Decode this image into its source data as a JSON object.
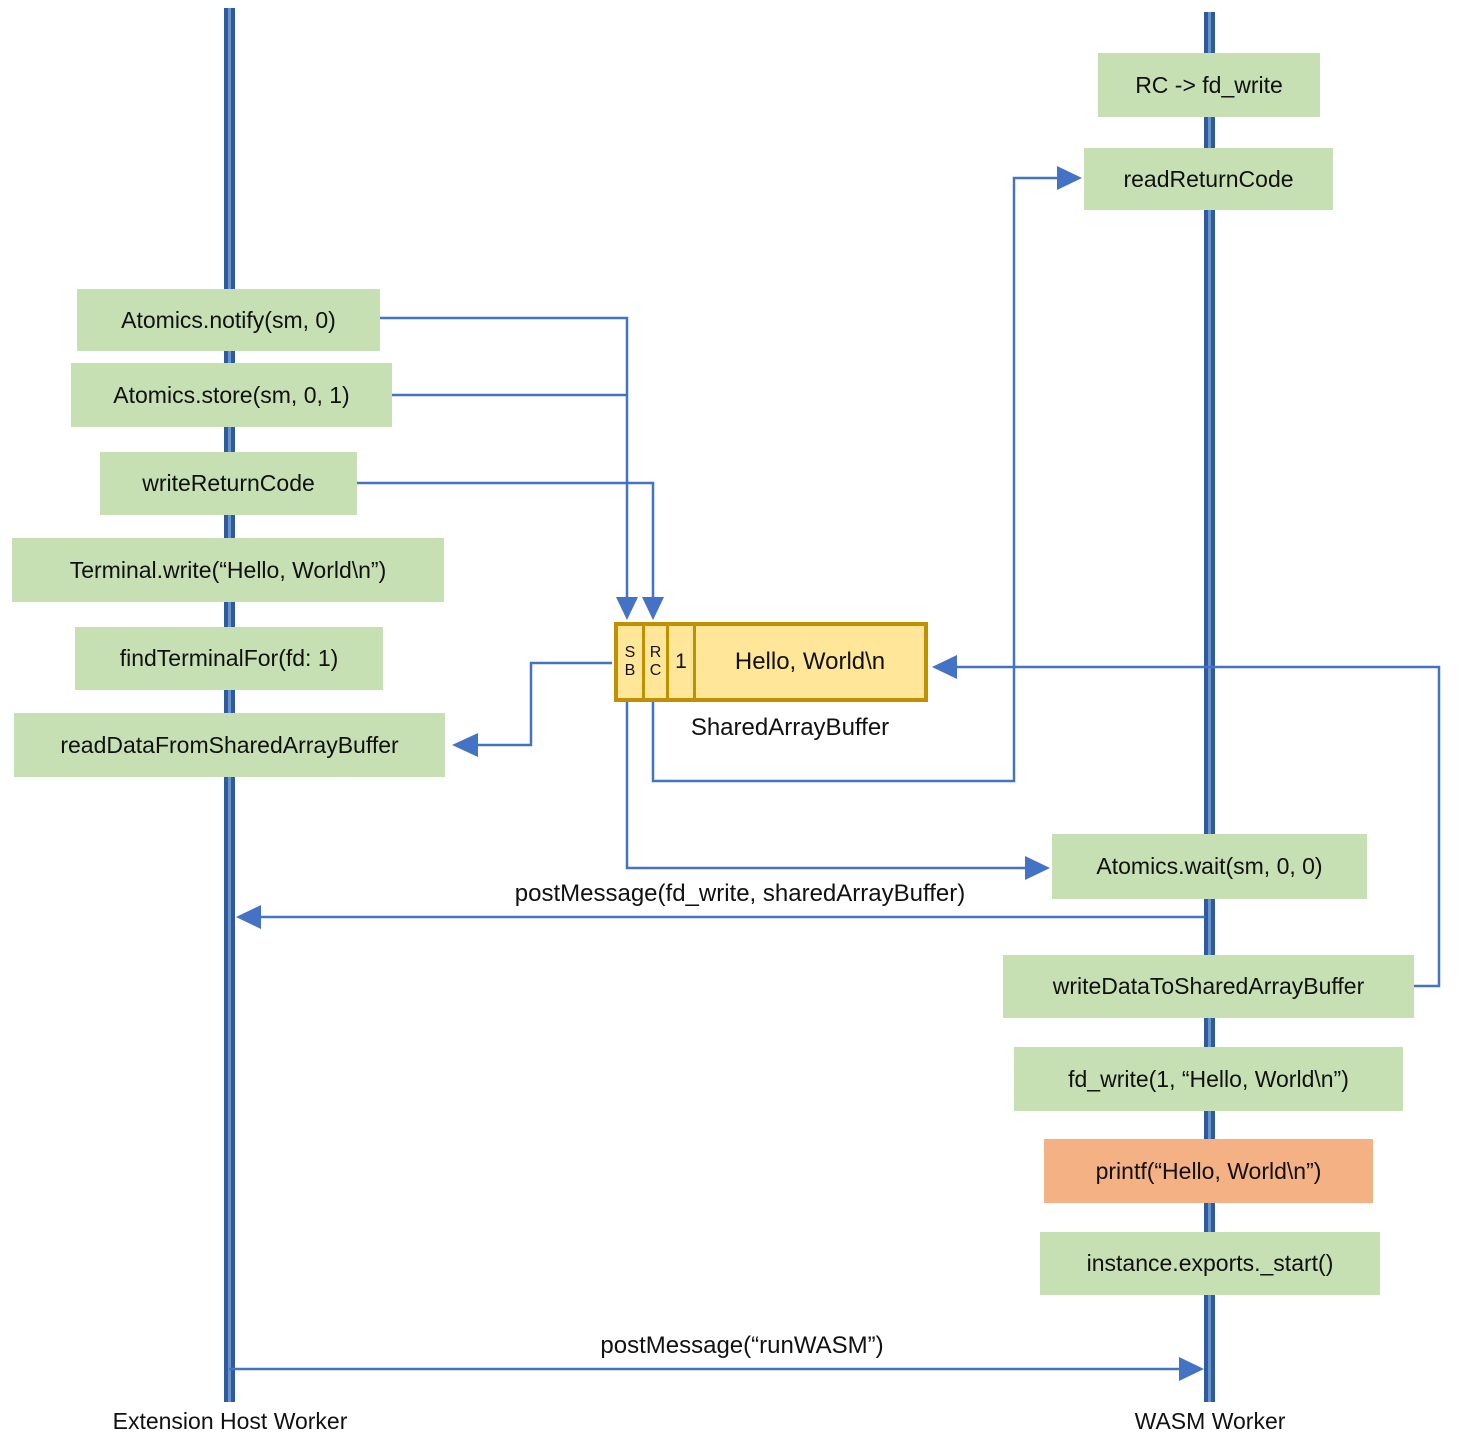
{
  "colors": {
    "green_box": "#C6E0B4",
    "orange_box": "#F4B183",
    "sab_fill": "#FFE699",
    "sab_border": "#BF9000",
    "connector_blue": "#4472C4",
    "lifeline_dark": "#2E5B9B",
    "lifeline_light": "#6A93CC"
  },
  "lifelines": {
    "left_label": "Extension Host Worker",
    "right_label": "WASM Worker"
  },
  "left_steps": [
    "Atomics.notify(sm, 0)",
    "Atomics.store(sm, 0, 1)",
    "writeReturnCode",
    "Terminal.write(“Hello, World\\n”)",
    "findTerminalFor(fd: 1)",
    "readDataFromSharedArrayBuffer"
  ],
  "right_steps": [
    "RC -> fd_write",
    "readReturnCode",
    "Atomics.wait(sm, 0, 0)",
    "writeDataToSharedArrayBuffer",
    "fd_write(1, “Hello, World\\n”)",
    "printf(“Hello, World\\n”)",
    "instance.exports._start()"
  ],
  "sab": {
    "cell_sb_top": "S",
    "cell_sb_bottom": "B",
    "cell_rc_top": "R",
    "cell_rc_bottom": "C",
    "cell_flag": "1",
    "cell_data": "Hello, World\\n",
    "label": "SharedArrayBuffer"
  },
  "messages": {
    "fd_write": "postMessage(fd_write, sharedArrayBuffer)",
    "run_wasm": "postMessage(“runWASM”)"
  }
}
